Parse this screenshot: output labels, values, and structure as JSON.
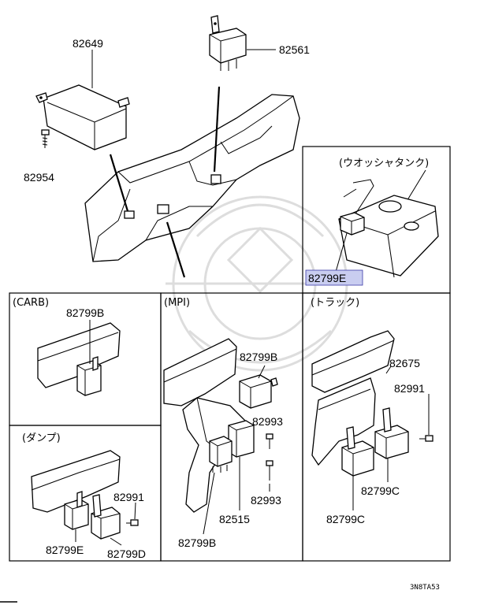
{
  "labels": {
    "top_82649": "82649",
    "top_82561": "82561",
    "top_82954": "82954",
    "wash_tank_header": "(ウオッシャタンク)",
    "wash_82799e": "82799E",
    "carb_header": "(CARB)",
    "carb_82799b": "82799B",
    "mpi_header": "(MPI)",
    "mpi_82799b_top": "82799B",
    "mpi_82993_a": "82993",
    "mpi_82993_b": "82993",
    "mpi_82515": "82515",
    "mpi_82799b_bottom": "82799B",
    "truck_header": "(トラック)",
    "truck_82675": "82675",
    "truck_82991": "82991",
    "truck_82799c_right": "82799C",
    "truck_82799c_left": "82799C",
    "dump_header": "(ダンプ)",
    "dump_82991": "82991",
    "dump_82799e": "82799E",
    "dump_82799d": "82799D",
    "diagram_code": "3N8TA53"
  },
  "colors": {
    "highlight": "#c9cdf0"
  }
}
